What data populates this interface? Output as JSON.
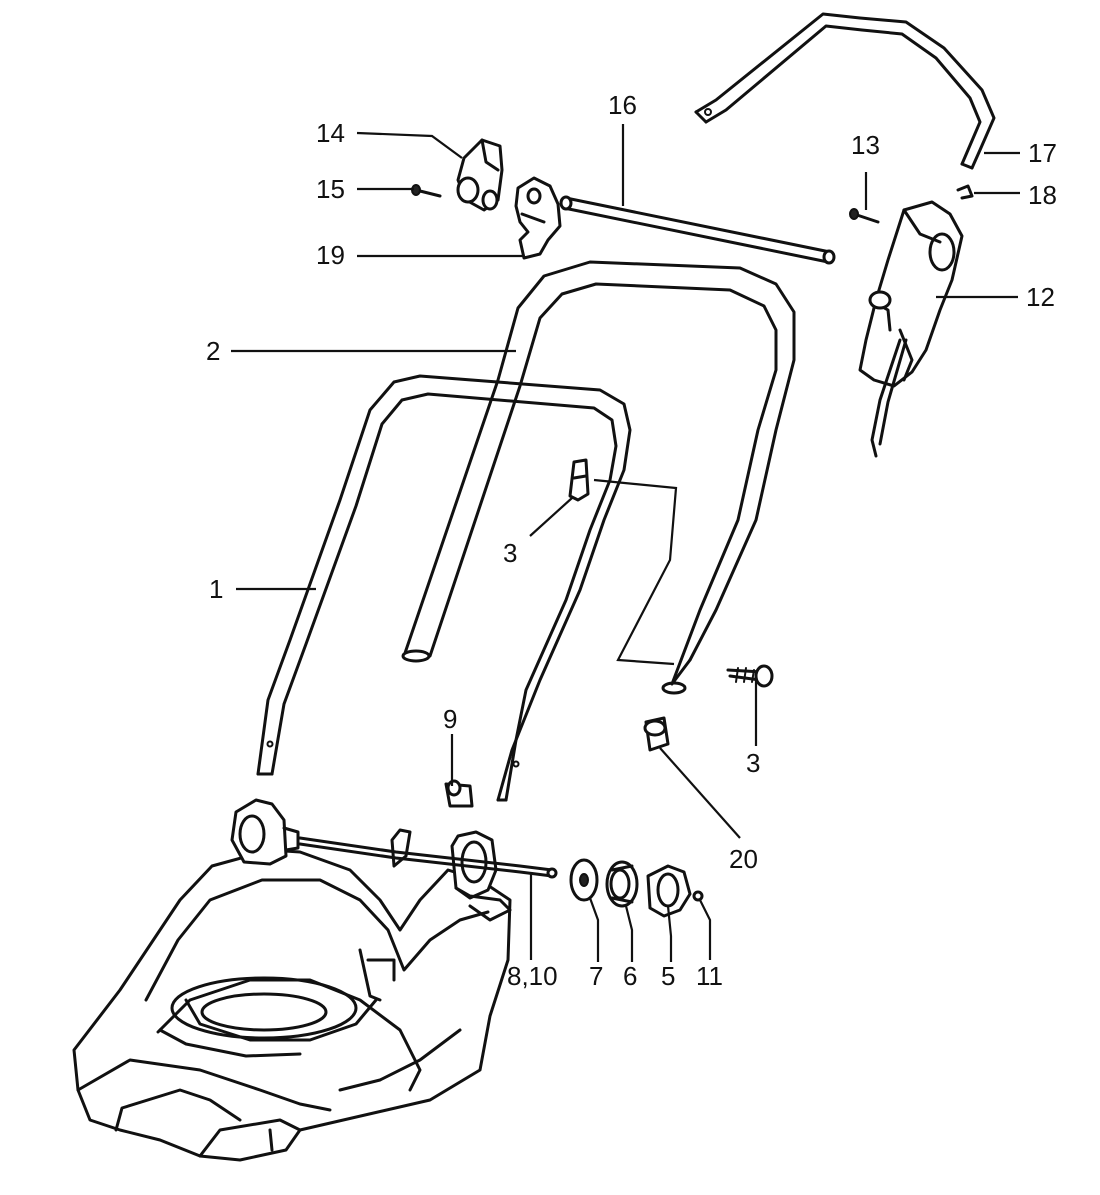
{
  "labels": [
    {
      "id": "p1",
      "text": "1"
    },
    {
      "id": "p2",
      "text": "2"
    },
    {
      "id": "p3a",
      "text": "3"
    },
    {
      "id": "p3b",
      "text": "3"
    },
    {
      "id": "p5",
      "text": "5"
    },
    {
      "id": "p6",
      "text": "6"
    },
    {
      "id": "p7",
      "text": "7"
    },
    {
      "id": "p810",
      "text": "8,10"
    },
    {
      "id": "p9",
      "text": "9"
    },
    {
      "id": "p11",
      "text": "11"
    },
    {
      "id": "p12",
      "text": "12"
    },
    {
      "id": "p13",
      "text": "13"
    },
    {
      "id": "p14",
      "text": "14"
    },
    {
      "id": "p15",
      "text": "15"
    },
    {
      "id": "p16",
      "text": "16"
    },
    {
      "id": "p17",
      "text": "17"
    },
    {
      "id": "p18",
      "text": "18"
    },
    {
      "id": "p19",
      "text": "19"
    },
    {
      "id": "p20",
      "text": "20"
    }
  ]
}
